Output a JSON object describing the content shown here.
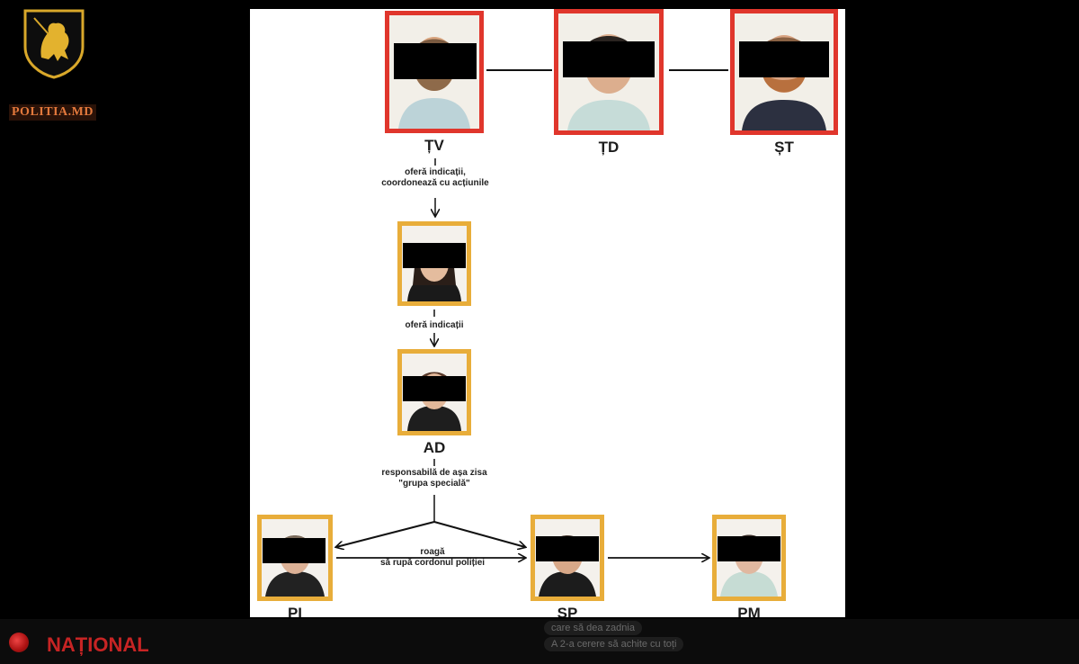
{
  "brand": {
    "site_label": "POLITIA.MD",
    "footer_label": "NAȚIONAL"
  },
  "nodes": {
    "tv": {
      "label": "ȚV"
    },
    "td": {
      "label": "ȚD"
    },
    "st": {
      "label": "ȘT"
    },
    "w1": {
      "label": ""
    },
    "ad": {
      "label": "AD"
    },
    "pi": {
      "label": "PI"
    },
    "sp": {
      "label": "SP"
    },
    "pm": {
      "label": "PM"
    }
  },
  "edges": {
    "tv_w1": {
      "line1": "oferă indicații,",
      "line2": "coordonează cu acțiunile"
    },
    "w1_ad": {
      "line1": "oferă indicații"
    },
    "ad_down": {
      "line1": "responsabilă de așa zisa",
      "line2": "\"grupa specială\""
    },
    "pi_sp": {
      "line1": "roagă",
      "line2": "să rupă cordonul poliției"
    }
  },
  "overlay_chat": {
    "line1": "care să dea zadnia",
    "line2": "A 2-a cerere să achite cu toți"
  },
  "colors": {
    "red_frame": "#e0362c",
    "gold_frame": "#e8ad3a",
    "redaction": "#000000"
  }
}
